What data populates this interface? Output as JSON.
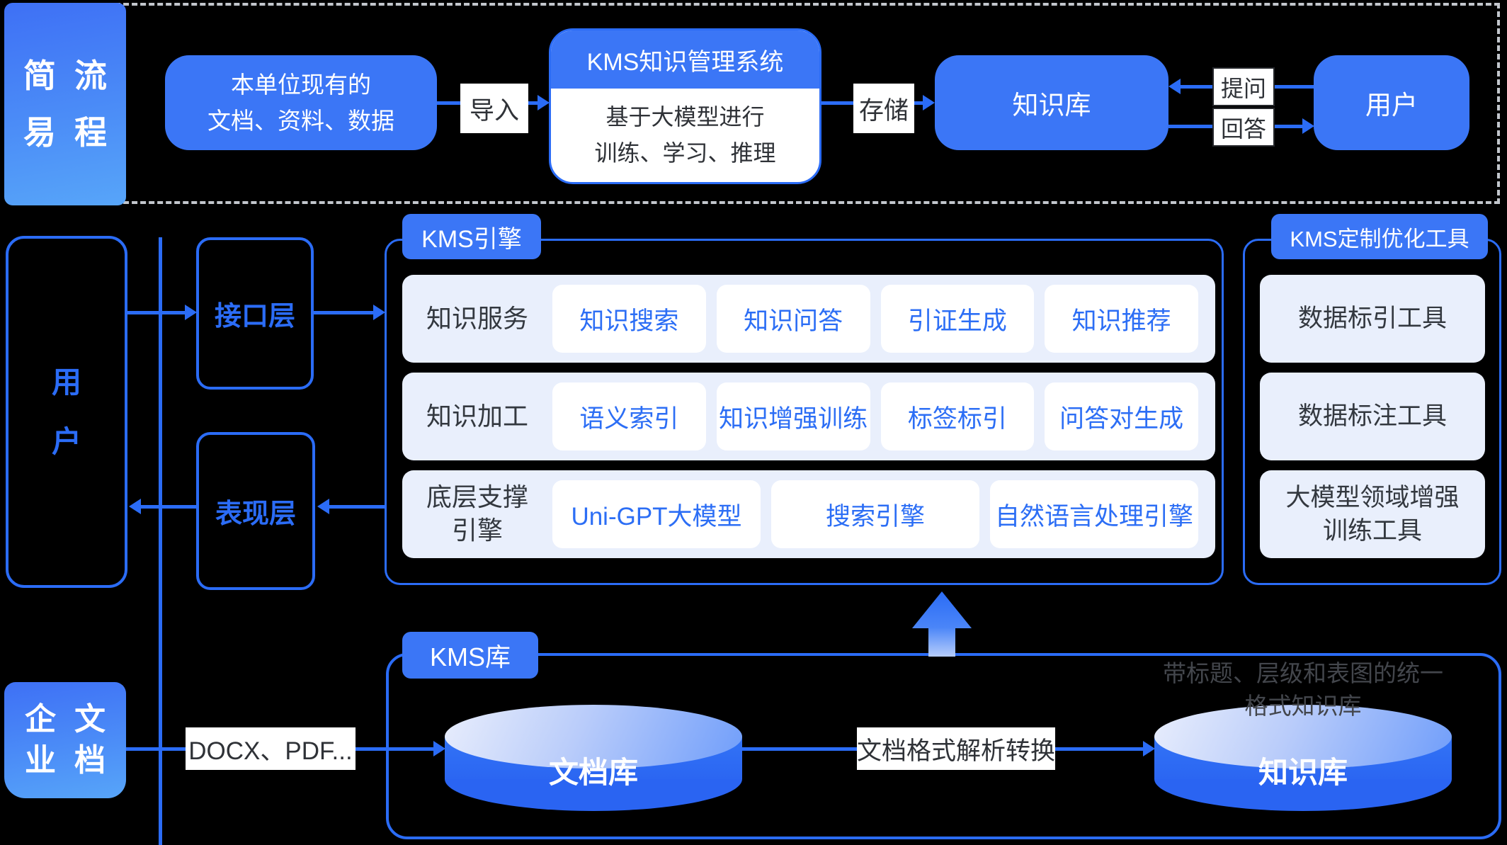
{
  "colors": {
    "accent": "#2b6cf6",
    "box_blue": "#3b76f6",
    "row_bg": "#e9effc",
    "chip_text": "#2c6ef5",
    "canvas_bg": "#000000"
  },
  "top_flow": {
    "side_label_chars": [
      "简",
      "流",
      "易",
      "程"
    ],
    "source_box": "本单位现有的\n文档、资料、数据",
    "import_label": "导入",
    "kms_system_title": "KMS知识管理系统",
    "kms_system_body": "基于大模型进行\n训练、学习、推理",
    "store_label": "存储",
    "knowledge_base_label": "知识库",
    "ask_label": "提问",
    "answer_label": "回答",
    "user_label": "用户"
  },
  "middle": {
    "user_vertical": "用\n户",
    "interface_layer": "接口层",
    "presentation_layer": "表现层",
    "kms_engine": {
      "tab": "KMS引擎",
      "rows": [
        {
          "label": "知识服务",
          "chips": [
            "知识搜索",
            "知识问答",
            "引证生成",
            "知识推荐"
          ]
        },
        {
          "label": "知识加工",
          "chips": [
            "语义索引",
            "知识增强训练",
            "标签标引",
            "问答对生成"
          ]
        },
        {
          "label": "底层支撑\n引擎",
          "chips": [
            "Uni-GPT大模型",
            "搜索引擎",
            "自然语言处理引擎"
          ]
        }
      ]
    },
    "kms_tools": {
      "tab": "KMS定制优化工具",
      "items": [
        "数据标引工具",
        "数据标注工具",
        "大模型领域增强\n训练工具"
      ]
    }
  },
  "bottom": {
    "doc_source_chars": [
      "企",
      "文",
      "业",
      "档"
    ],
    "formats_label": "DOCX、PDF...",
    "kms_store_tab": "KMS库",
    "doc_store_label": "文档库",
    "convert_label": "文档格式解析转换",
    "knowledge_store_label": "知识库",
    "note": "带标题、层级和表图的统一\n格式知识库"
  }
}
